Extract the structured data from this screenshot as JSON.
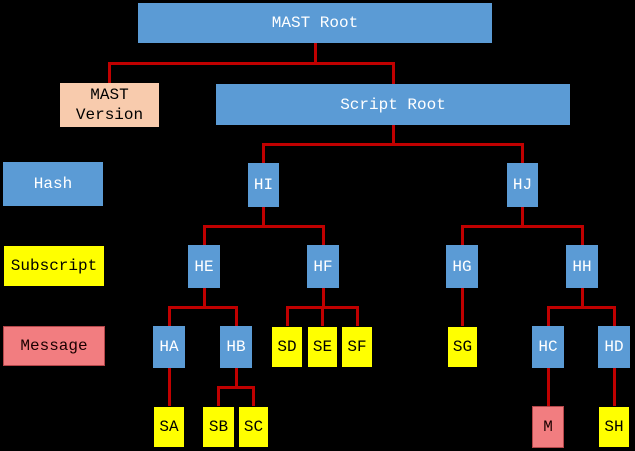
{
  "diagram": {
    "root_label": "MAST Root",
    "colors": {
      "hash": "#5B9BD5",
      "subscript": "#FFFF00",
      "message": "#F27D80",
      "version": "#F8CBAD",
      "connector": "#C00000",
      "background": "#000000",
      "text_on_hash": "#FFFFFF",
      "text_on_light": "#000000"
    },
    "legend": [
      {
        "id": "legend_hash",
        "label": "Hash",
        "type": "hash"
      },
      {
        "id": "legend_subscript",
        "label": "Subscript",
        "type": "subscript"
      },
      {
        "id": "legend_message",
        "label": "Message",
        "type": "message"
      }
    ],
    "nodes": [
      {
        "id": "mast_root",
        "label": "MAST Root",
        "type": "hash"
      },
      {
        "id": "mast_version",
        "label": "MAST Version",
        "type": "version"
      },
      {
        "id": "script_root",
        "label": "Script Root",
        "type": "hash"
      },
      {
        "id": "HI",
        "label": "HI",
        "type": "hash"
      },
      {
        "id": "HJ",
        "label": "HJ",
        "type": "hash"
      },
      {
        "id": "HE",
        "label": "HE",
        "type": "hash"
      },
      {
        "id": "HF",
        "label": "HF",
        "type": "hash"
      },
      {
        "id": "HG",
        "label": "HG",
        "type": "hash"
      },
      {
        "id": "HH",
        "label": "HH",
        "type": "hash"
      },
      {
        "id": "HA",
        "label": "HA",
        "type": "hash"
      },
      {
        "id": "HB",
        "label": "HB",
        "type": "hash"
      },
      {
        "id": "SD",
        "label": "SD",
        "type": "subscript"
      },
      {
        "id": "SE",
        "label": "SE",
        "type": "subscript"
      },
      {
        "id": "SF",
        "label": "SF",
        "type": "subscript"
      },
      {
        "id": "SG",
        "label": "SG",
        "type": "subscript"
      },
      {
        "id": "HC",
        "label": "HC",
        "type": "hash"
      },
      {
        "id": "HD",
        "label": "HD",
        "type": "hash"
      },
      {
        "id": "SA",
        "label": "SA",
        "type": "subscript"
      },
      {
        "id": "SB",
        "label": "SB",
        "type": "subscript"
      },
      {
        "id": "SC",
        "label": "SC",
        "type": "subscript"
      },
      {
        "id": "M",
        "label": "M",
        "type": "message"
      },
      {
        "id": "SH",
        "label": "SH",
        "type": "subscript"
      }
    ],
    "edges": [
      {
        "from": "mast_root",
        "to": [
          "mast_version",
          "script_root"
        ]
      },
      {
        "from": "script_root",
        "to": [
          "HI",
          "HJ"
        ]
      },
      {
        "from": "HI",
        "to": [
          "HE",
          "HF"
        ]
      },
      {
        "from": "HJ",
        "to": [
          "HG",
          "HH"
        ]
      },
      {
        "from": "HE",
        "to": [
          "HA",
          "HB"
        ]
      },
      {
        "from": "HF",
        "to": [
          "SD",
          "SE",
          "SF"
        ]
      },
      {
        "from": "HG",
        "to": [
          "SG"
        ]
      },
      {
        "from": "HH",
        "to": [
          "HC",
          "HD"
        ]
      },
      {
        "from": "HA",
        "to": [
          "SA"
        ]
      },
      {
        "from": "HB",
        "to": [
          "SB",
          "SC"
        ]
      },
      {
        "from": "HC",
        "to": [
          "M"
        ]
      },
      {
        "from": "HD",
        "to": [
          "SH"
        ]
      }
    ]
  }
}
